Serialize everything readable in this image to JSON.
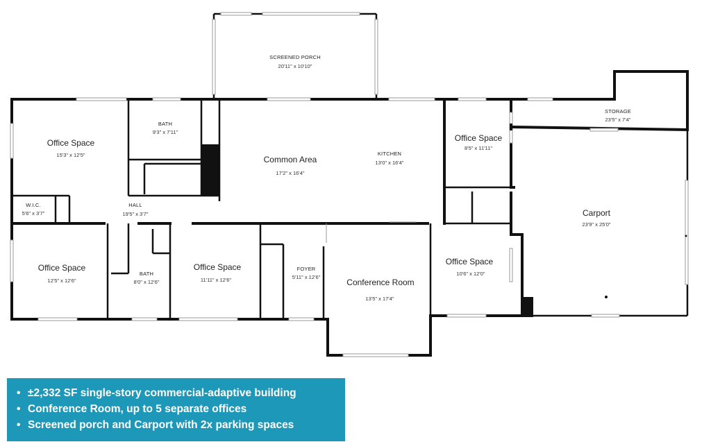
{
  "rooms": {
    "screened_porch": {
      "name": "SCREENED PORCH",
      "dims": "20'11\" x 10'10\""
    },
    "office_nw": {
      "name": "Office Space",
      "dims": "15'3\" x 12'5\""
    },
    "bath_north": {
      "name": "BATH",
      "dims": "9'3\" x 7'11\""
    },
    "common_area": {
      "name": "Common Area",
      "dims": "17'2\" x 16'4\""
    },
    "kitchen": {
      "name": "KITCHEN",
      "dims": "13'0\" x 16'4\""
    },
    "office_ne": {
      "name": "Office Space",
      "dims": "8'5\" x 11'11\""
    },
    "storage": {
      "name": "STORAGE",
      "dims": "23'5\" x 7'4\""
    },
    "wic": {
      "name": "W.I.C.",
      "dims": "5'6\" x 3'7\""
    },
    "hall": {
      "name": "HALL",
      "dims": "19'5\" x 3'7\""
    },
    "carport": {
      "name": "Carport",
      "dims": "23'9\" x 25'0\""
    },
    "office_sw": {
      "name": "Office Space",
      "dims": "12'5\" x 12'6\""
    },
    "bath_south": {
      "name": "BATH",
      "dims": "8'0\" x 12'6\""
    },
    "office_s": {
      "name": "Office Space",
      "dims": "11'11\" x 12'6\""
    },
    "foyer": {
      "name": "FOYER",
      "dims": "5'11\" x 12'6\""
    },
    "conference_room": {
      "name": "Conference Room",
      "dims": "13'5\" x 17'4\""
    },
    "office_se": {
      "name": "Office Space",
      "dims": "10'6\" x 12'0\""
    }
  },
  "info_panel": {
    "bullets": [
      "±2,332 SF single-story commercial-adaptive building",
      "Conference Room, up to 5 separate offices",
      "Screened porch and Carport with 2x parking spaces"
    ]
  },
  "colors": {
    "wall": "#111111",
    "window": "#9a9a9a",
    "panel_background": "#1e98b8",
    "panel_text": "#ffffff"
  }
}
